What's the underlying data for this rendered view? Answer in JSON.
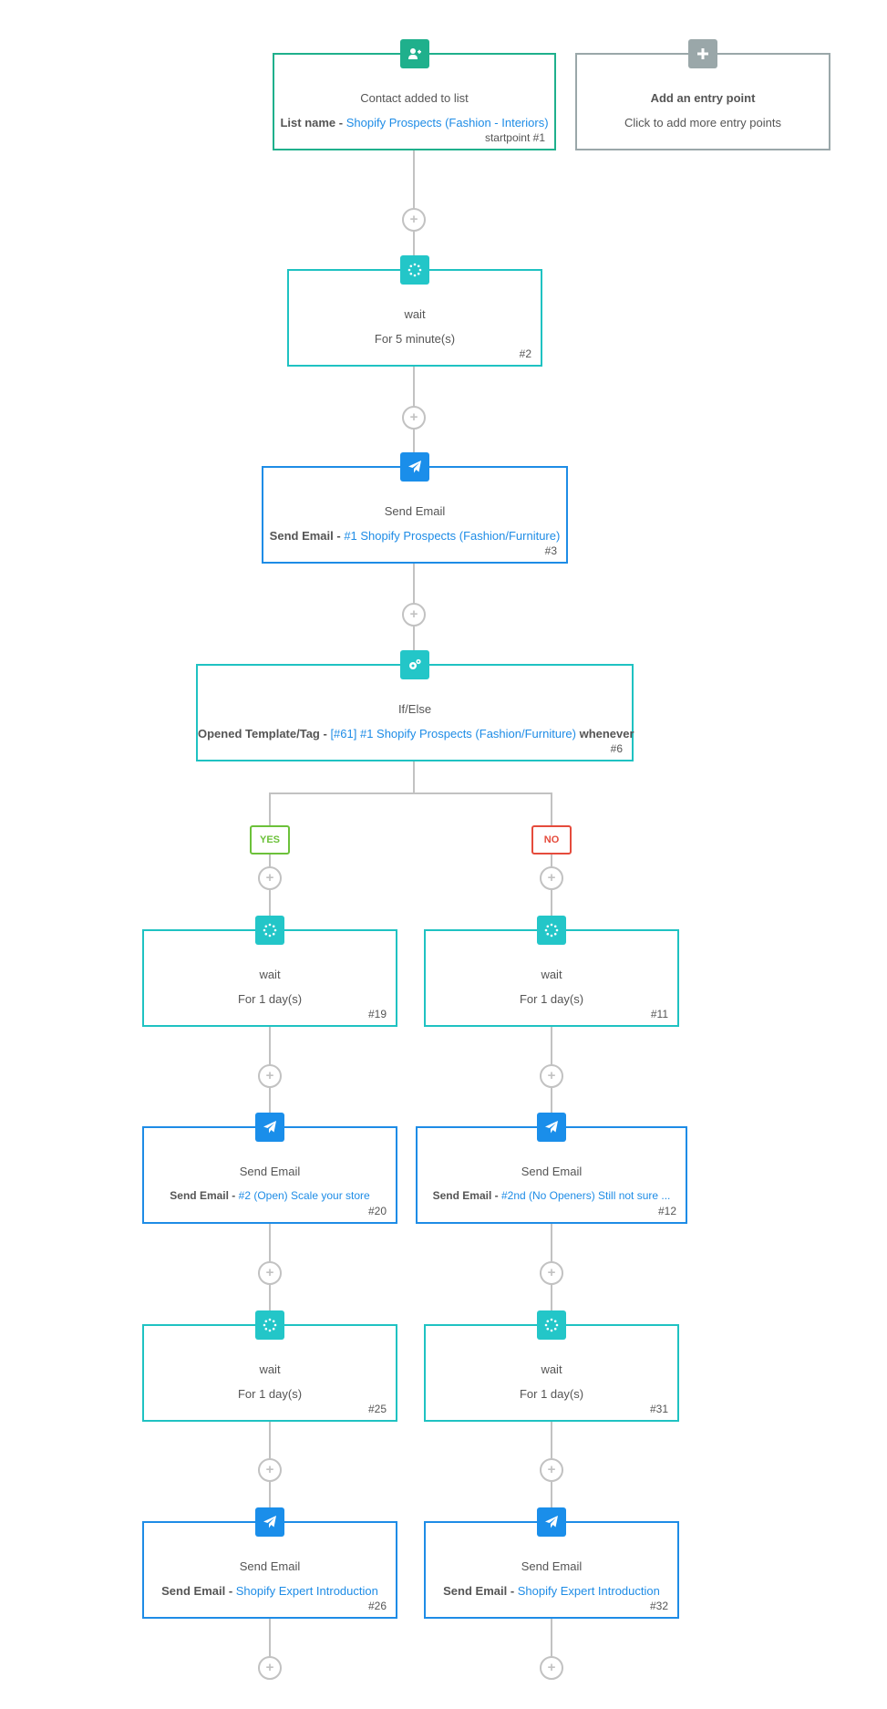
{
  "colors": {
    "wait": "#23c6c8",
    "email": "#1a8eea",
    "start": "#1fb08c",
    "entry": "#9aa7a9",
    "connector": "#c2c2c2",
    "link": "#1e8ce6",
    "yes": "#6cc13a",
    "no": "#e54b3c"
  },
  "connector_icon": "plus-icon",
  "connector_label": "+",
  "branches": {
    "yes_label": "YES",
    "no_label": "NO"
  },
  "entry_points": {
    "start": {
      "icon": "add-contact-icon",
      "title": "Contact added to list",
      "detail_label": "List name - ",
      "detail_value": "Shopify Prospects (Fashion - Interiors)",
      "id": "startpoint #1"
    },
    "add": {
      "icon": "plus-icon",
      "title": "Add an entry point",
      "detail": "Click to add more entry points"
    }
  },
  "steps": {
    "wait_2": {
      "icon": "spinner-icon",
      "title": "wait",
      "detail": "For 5 minute(s)",
      "id": "#2"
    },
    "email_3": {
      "icon": "paper-plane-icon",
      "title": "Send Email",
      "detail_label": "Send Email - ",
      "detail_value": "#1 Shopify Prospects (Fashion/Furniture)",
      "id": "#3"
    },
    "ifelse_6": {
      "icon": "gears-icon",
      "title": "If/Else",
      "detail_label": "Opened Template/Tag - ",
      "detail_value": "[#61] #1 Shopify Prospects (Fashion/Furniture)",
      "detail_suffix": " whenever",
      "id": "#6"
    },
    "wait_19": {
      "icon": "spinner-icon",
      "title": "wait",
      "detail": "For 1 day(s)",
      "id": "#19"
    },
    "wait_11": {
      "icon": "spinner-icon",
      "title": "wait",
      "detail": "For 1 day(s)",
      "id": "#11"
    },
    "email_20": {
      "icon": "paper-plane-icon",
      "title": "Send Email",
      "detail_label": "Send Email - ",
      "detail_value": "#2 (Open) Scale your store",
      "id": "#20"
    },
    "email_12": {
      "icon": "paper-plane-icon",
      "title": "Send Email",
      "detail_label": "Send Email - ",
      "detail_value": "#2nd (No Openers) Still not sure ...",
      "id": "#12"
    },
    "wait_25": {
      "icon": "spinner-icon",
      "title": "wait",
      "detail": "For 1 day(s)",
      "id": "#25"
    },
    "wait_31": {
      "icon": "spinner-icon",
      "title": "wait",
      "detail": "For 1 day(s)",
      "id": "#31"
    },
    "email_26": {
      "icon": "paper-plane-icon",
      "title": "Send Email",
      "detail_label": "Send Email - ",
      "detail_value": "Shopify Expert Introduction",
      "id": "#26"
    },
    "email_32": {
      "icon": "paper-plane-icon",
      "title": "Send Email",
      "detail_label": "Send Email - ",
      "detail_value": "Shopify Expert Introduction",
      "id": "#32"
    }
  }
}
